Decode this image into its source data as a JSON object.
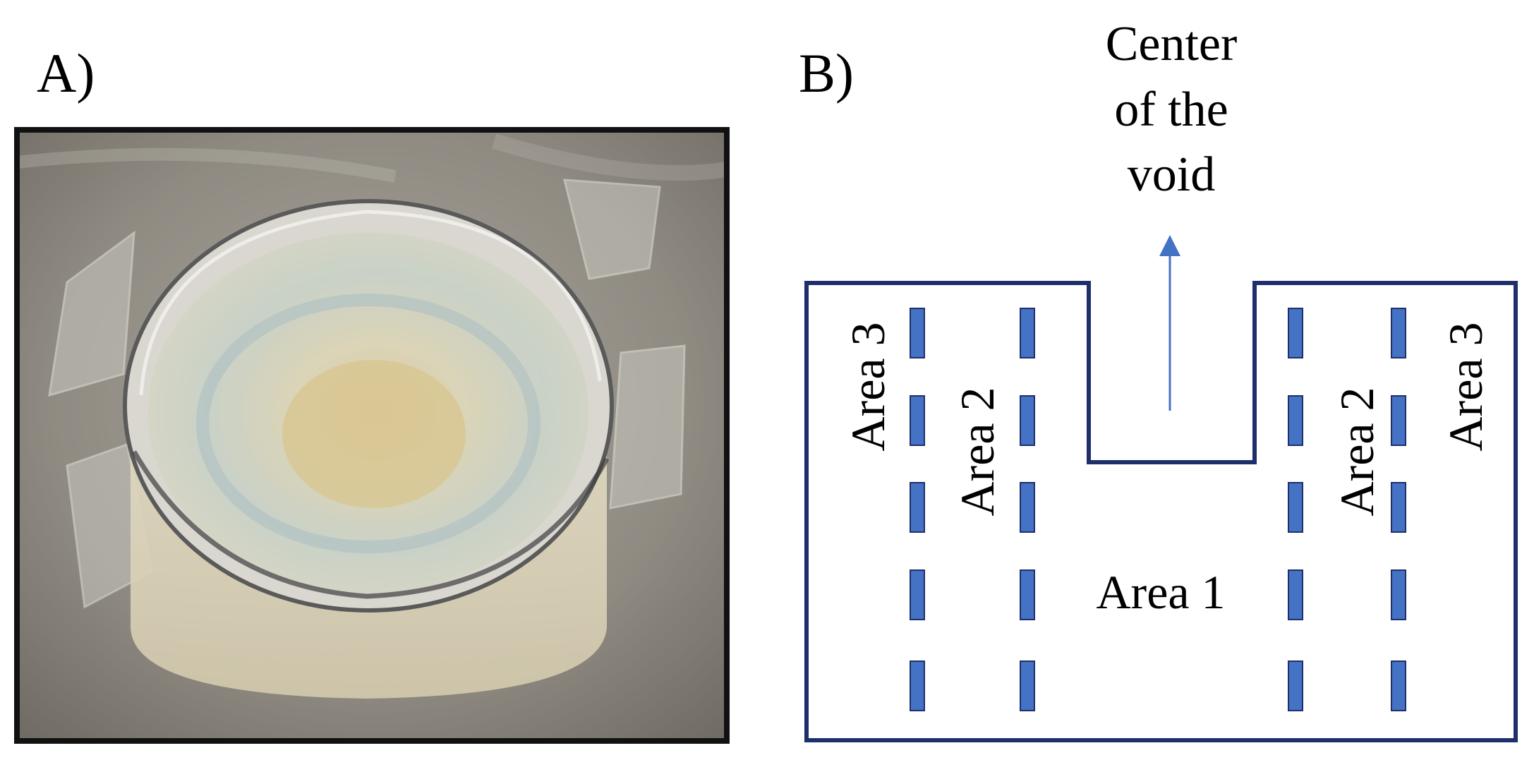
{
  "panel_a": {
    "label": "A)"
  },
  "panel_b": {
    "label": "B)",
    "void_label_lines": [
      "Center",
      "of the",
      "void"
    ],
    "area_labels": {
      "area1": "Area 1",
      "area2_left": "Area 2",
      "area3_left": "Area 3",
      "area2_right": "Area 2",
      "area3_right": "Area 3"
    },
    "dash_columns": 4,
    "dashes_per_column": 5
  },
  "colors": {
    "outline": "#1f2f6b",
    "dash_fill": "#4472c4",
    "dash_stroke": "#1f2f6b",
    "arrow": "#4472c4",
    "photo_frame": "#111111"
  }
}
